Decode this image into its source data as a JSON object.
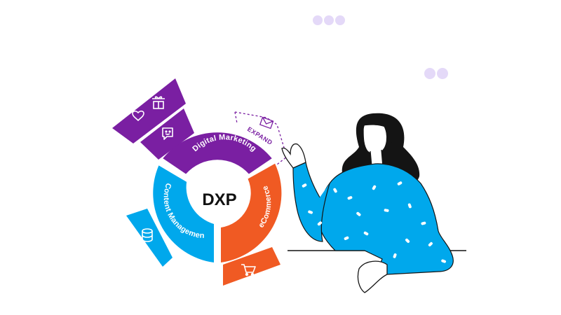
{
  "diagram": {
    "center_label": "DXP",
    "segments": {
      "digital_marketing": "Digital Marketing",
      "ecommerce": "eCommerce",
      "content_management": "Content Management"
    },
    "expand_label": "EXPAND"
  },
  "colors": {
    "purple": "#7a1fa2",
    "orange": "#f05a23",
    "blue": "#00a8ec",
    "dots": "#e4d9f8",
    "ink": "#111111"
  },
  "icons": [
    "heart-icon",
    "gift-icon",
    "chat-smile-icon",
    "database-icon",
    "cart-icon",
    "envelope-icon"
  ]
}
